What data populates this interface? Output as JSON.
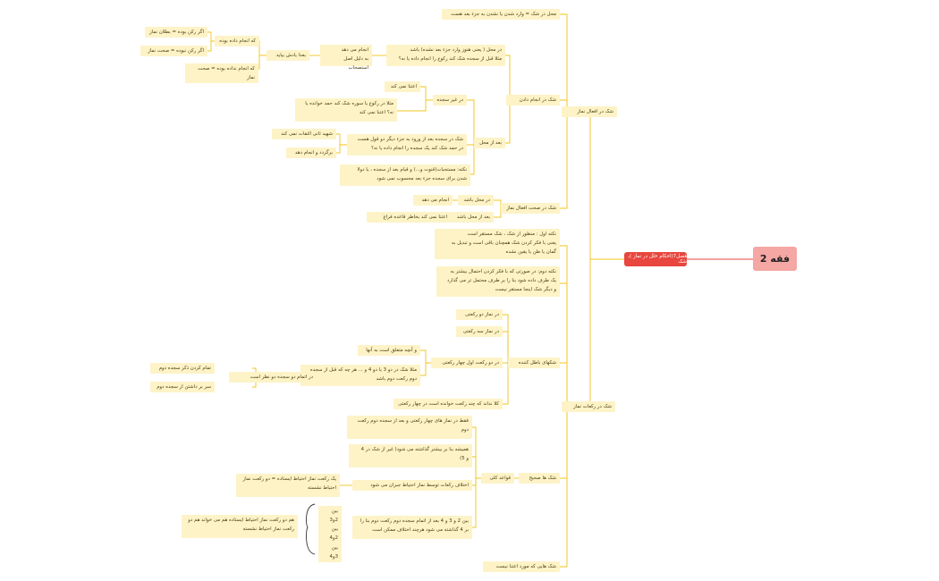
{
  "root": "فقه 2",
  "main": "فصل7(احکام خلل در نماز )ـ شک",
  "nodes": {
    "b1": "شک در افعال نماز",
    "b2": "شک در رکعات نماز",
    "b1a": "محل در شک = وارد شدن یا نشدن به جزء بعد هست",
    "b1b": "شک در انجام دادن",
    "b1c": "شک در صحت افعال نماز",
    "b1b1": "در محل ( یعنی هنوز وارد جزء بعد نشده) باشد\nمثلا قبل از سجده شک کند رکوع را انجام داده یا نه؟",
    "b1b1a": "انجام می دهد\nبه دلیل اصل استصحاب",
    "b1b1a1": "بعدا یادش بیاید",
    "b1b1a1a": "که انجام داده بوده",
    "b1b1a1a1": "اگر رکن بوده = بطلان نماز",
    "b1b1a1a2": "اگر رکن نبوده = صحت نماز",
    "b1b1a1b": "که انجام نداده بوده = صحت نماز",
    "b1b2": "بعد از محل",
    "b1b2a": "در غیر سجده",
    "b1b2a1": "اعتنا نمی کند",
    "b1b2a2": "مثلا در رکوع یا سوره شک کند حمد خوانده یا نه؟ اعتنا نمی کند",
    "b1b2b": "شک در سجده بعد از ورود به جزء دیگر دو قول هست\nدر حمد شک کند یک سجده را انجام داده یا نه؟",
    "b1b2b1": "شهید ثانی التفات نمی کند",
    "b1b2b2": "برگردد و انجام دهد",
    "b1b2c": "نکته: مستحبات(قنوت و...) و قیام بعد از سجده ، یا دولا\nشدن برای سجده جزء بعد محسوب نمی شود",
    "b1c1": "در محل باشد",
    "b1c1a": "انجام می دهد",
    "b1c2": "بعد از محل باشد",
    "b1c2a": "اعتنا نمی کند بخاطر قاعده فراغ",
    "b2a": "نکته اول : منظور از شک ، شک مستقر است\nیعنی با فکر کردن شک همچنان باقی است و تبدیل به\nگمان یا ظن یا یقین نشده",
    "b2b": "نکته دوم: در صورتی که با فکر کردن احتمال بیشتر به\nیک طرف داده شود بنا را بر طرف محتمل تر می گذارد\nو دیگر شک اینجا مستقر نیست",
    "b2c": "شکهای باطل کننده",
    "b2c1": "در نماز دو رکعتی",
    "b2c2": "در نماز سه رکعتی",
    "b2c3": "در دو رکعت اول چهار رکعتی",
    "b2c3a": "و آنچه متعلق است به آنها",
    "b2c3b": "مثلا شک در دو 3 یا دو 4 و ... هر چه که قبل از سجده\nدوم رکعت دوم باشد",
    "b2c3b1": "در اتمام دو سجده دو نظر است",
    "b2c3b1a": "تمام کردن ذکر سجده دوم",
    "b2c3b1b": "سر بر داشتن از سجده دوم",
    "b2c4": "کلا نداند که چند رکعت خوانده است در چهار رکعتی",
    "b2d": "شک ها صحیح",
    "b2d1": "قواعد کلی",
    "b2d1a": "فقط در نماز های چهار رکعتی و بعد از سجده دوم رکعت\nدوم",
    "b2d1b": "همیشه بنا بر بیشتر گذاشته می شود( غیر از شک در 4\nو 5)",
    "b2d1c": "اختلاف رکعات توسط نماز احتیاط جبران می شود",
    "b2d1c1": "یک رکعت نماز احتیاط ایستاده = دو رکعت نماز\nاحتیاط نشسته",
    "b2d1d": "بین 2 و 3 و 4 بعد از اتمام سجده دوم رکعت دوم بنا را\nبر 4 گذاشته می شود هرچند اختلاف ممکن است",
    "b2d1d1": "بین 2و3",
    "b2d1d2": "بین 2و4",
    "b2d1d3": "بین 3و4",
    "b2d1d4": "هم دو رکعت نماز احتیاط ایستاده هم می خواند هم دو\nرکعت نماز احتیاط نشسته",
    "b2e": "شک هایی که مورد اعتنا نیست"
  },
  "colors": {
    "line": "#f0c419",
    "root_line": "#e8463e"
  }
}
